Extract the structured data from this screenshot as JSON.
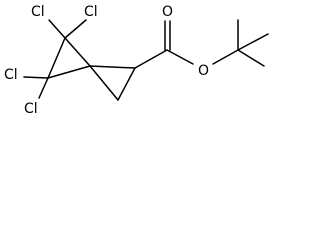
{
  "molecule": {
    "atom_labels": {
      "cl_1": "Cl",
      "cl_2": "Cl",
      "cl_3": "Cl",
      "cl_4": "Cl",
      "carbonyl_oxygen": "O",
      "ester_oxygen": "O"
    }
  },
  "colors": {
    "bond": "#000000",
    "text": "#000000",
    "background": "#ffffff"
  }
}
